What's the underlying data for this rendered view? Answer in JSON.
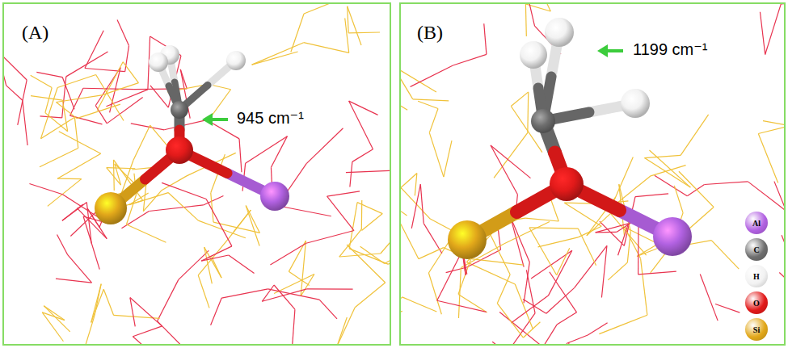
{
  "diagram": {
    "nodes": [
      {
        "text": [
          "(A)"
        ]
      },
      {
        "text": [
          "(B)"
        ]
      }
    ],
    "labels": [
      "945 cm⁻¹",
      "1199 cm⁻¹"
    ],
    "legend": [
      {
        "text": "Al",
        "color": "#b262e2"
      },
      {
        "text": "C",
        "color": "#6e6e6e"
      },
      {
        "text": "H",
        "color": "#f2f2f2"
      },
      {
        "text": "O",
        "color": "#e21a1a"
      },
      {
        "text": "Si",
        "color": "#e2a81a"
      }
    ]
  }
}
